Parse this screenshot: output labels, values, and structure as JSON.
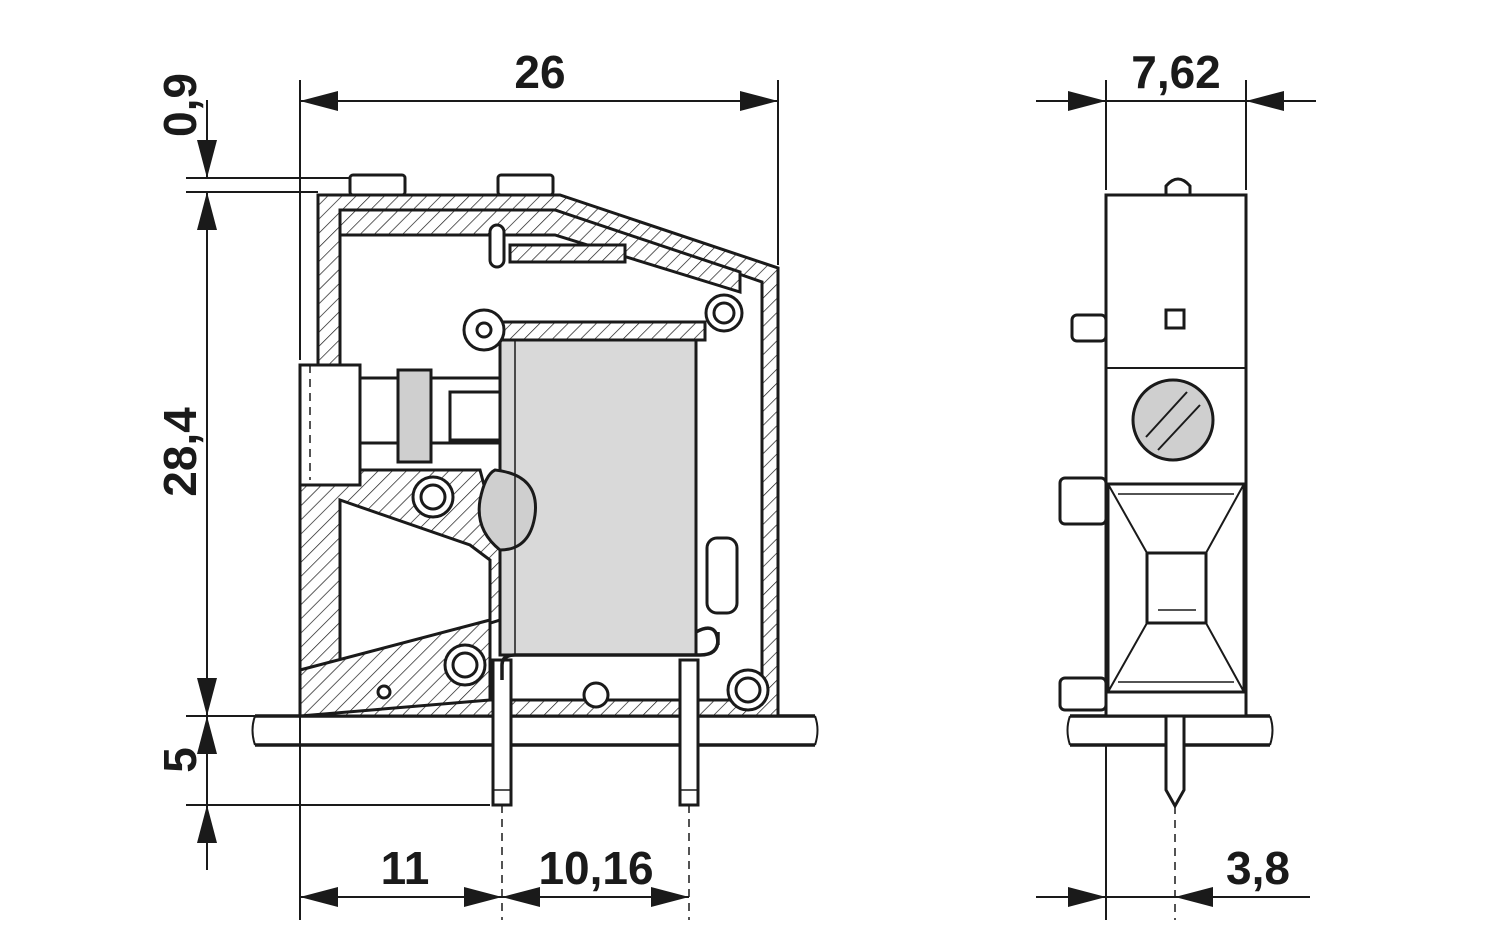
{
  "dimensions": {
    "top_width": "26",
    "top_offset": "0,9",
    "height": "28,4",
    "pin_length": "5",
    "pin_offset": "11",
    "pitch": "10,16",
    "side_width": "7,62",
    "side_pin_offset": "3,8"
  }
}
